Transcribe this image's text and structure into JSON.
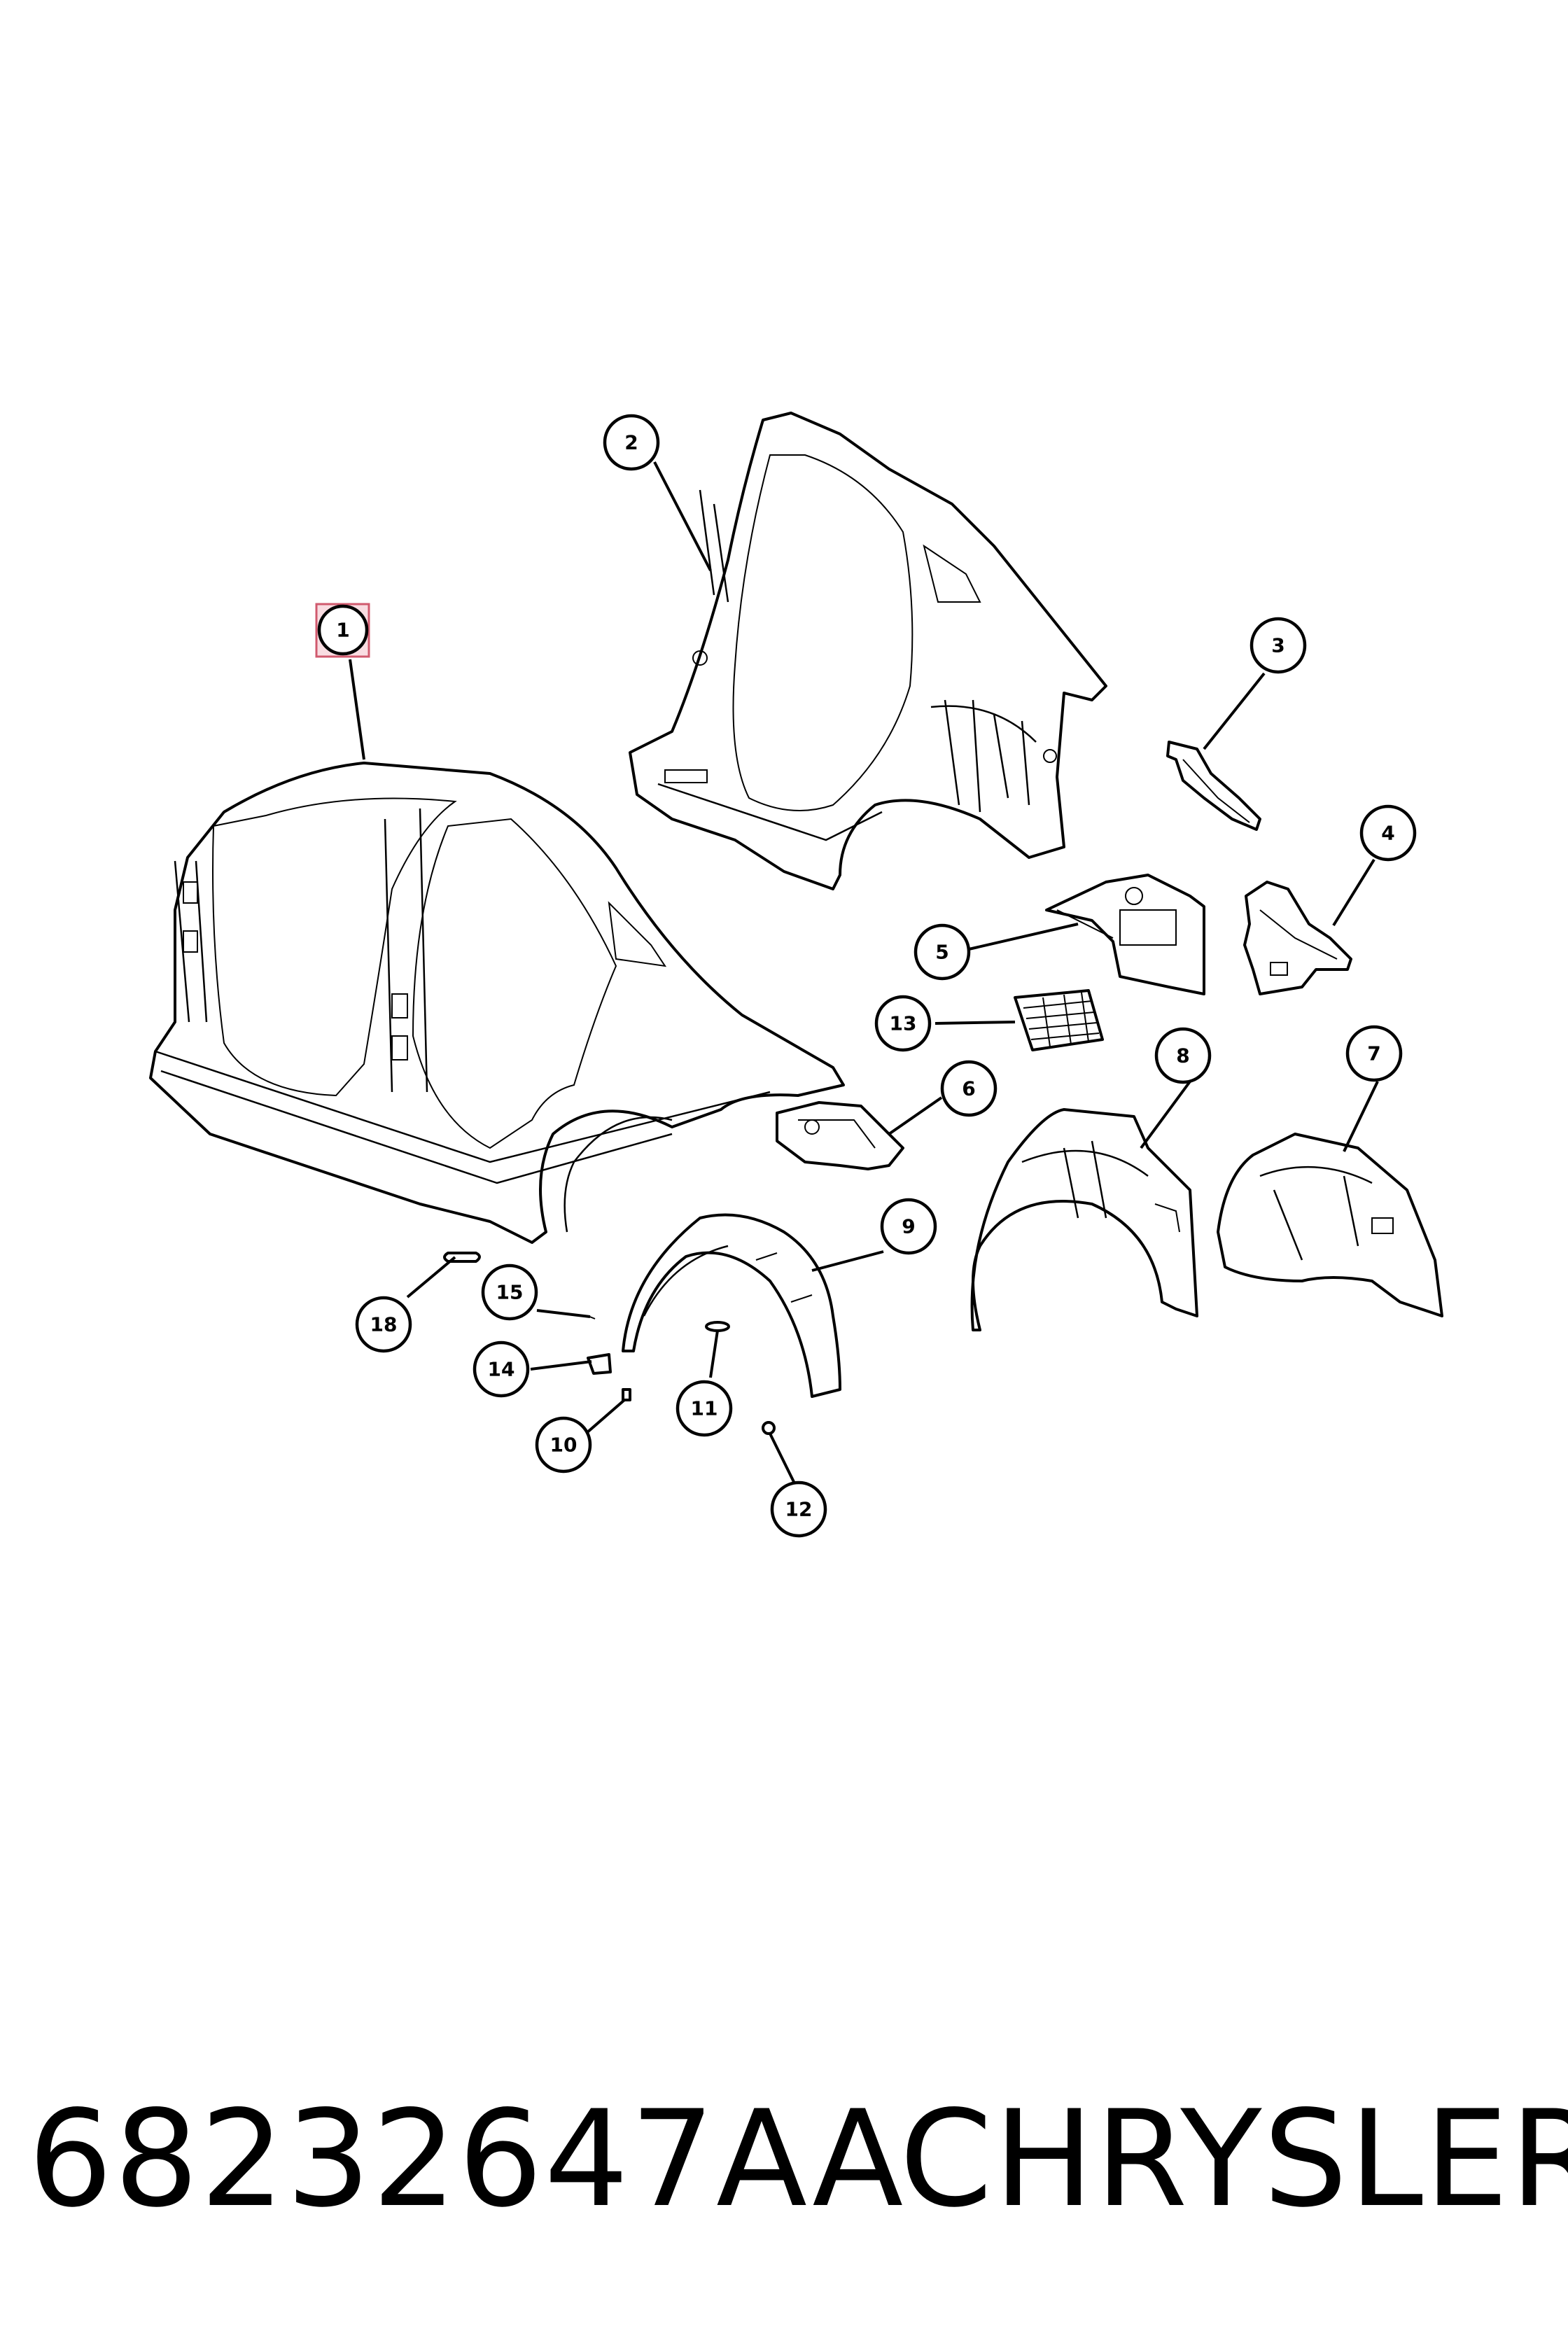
{
  "callouts": [
    {
      "label": "1",
      "highlighted": true
    },
    {
      "label": "2"
    },
    {
      "label": "3"
    },
    {
      "label": "4"
    },
    {
      "label": "5"
    },
    {
      "label": "6"
    },
    {
      "label": "7"
    },
    {
      "label": "8"
    },
    {
      "label": "9"
    },
    {
      "label": "10"
    },
    {
      "label": "11"
    },
    {
      "label": "12"
    },
    {
      "label": "13"
    },
    {
      "label": "14"
    },
    {
      "label": "15"
    },
    {
      "label": "18"
    }
  ],
  "footer": {
    "part_number": "68232647AA",
    "brand": "CHRYSLER"
  },
  "colors": {
    "highlight": "#d05a6e",
    "ink": "#000000",
    "background": "#ffffff"
  }
}
